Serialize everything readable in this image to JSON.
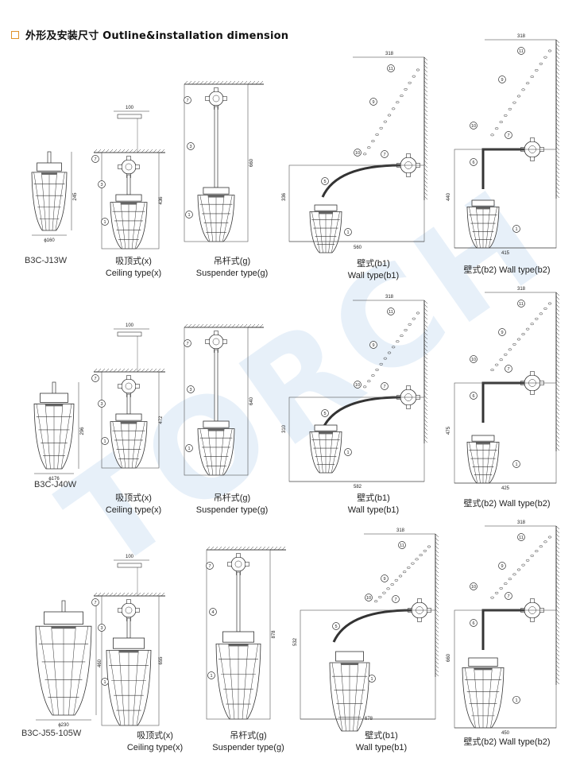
{
  "header": {
    "title": "外形及安装尺寸 Outline&installation dimension"
  },
  "watermark": "TORCH",
  "rows": [
    {
      "model": "B3C-J13W",
      "dims": {
        "model_h": "245",
        "model_w": "ϕ160",
        "ceiling_top": "100",
        "ceiling_h": "436",
        "susp_h": "660",
        "wall1_w": "560",
        "wall1_h": "336",
        "wall1_top": "318",
        "wall2_w": "415",
        "wall2_h": "440",
        "wall2_top": "318"
      },
      "captions": {
        "ceiling_cn": "吸顶式(x)",
        "ceiling_en": "Ceiling type(x)",
        "susp_cn": "吊杆式(g)",
        "susp_en": "Suspender type(g)",
        "wall1_cn": "壁式(b1)",
        "wall1_en": "Wall type(b1)",
        "wall2": "壁式(b2) Wall type(b2)"
      }
    },
    {
      "model": "B3C-J40W",
      "dims": {
        "model_h": "296",
        "model_w": "ϕ176",
        "ceiling_top": "100",
        "ceiling_h": "472",
        "susp_h": "640",
        "wall1_w": "582",
        "wall1_h": "310",
        "wall1_top": "318",
        "wall2_w": "425",
        "wall2_h": "475",
        "wall2_top": "318"
      },
      "captions": {
        "ceiling_cn": "吸顶式(x)",
        "ceiling_en": "Ceiling type(x)",
        "susp_cn": "吊杆式(g)",
        "susp_en": "Suspender type(g)",
        "wall1_cn": "壁式(b1)",
        "wall1_en": "Wall type(b1)",
        "wall2": "壁式(b2) Wall type(b2)"
      }
    },
    {
      "model": "B3C-J55-105W",
      "dims": {
        "model_h": "460",
        "model_w": "ϕ230",
        "ceiling_top": "100",
        "ceiling_h": "655",
        "susp_h": "878",
        "wall1_w": "678",
        "wall1_h": "532",
        "wall1_top": "318",
        "wall2_w": "450",
        "wall2_h": "660",
        "wall2_top": "318"
      },
      "captions": {
        "ceiling_cn": "吸顶式(x)",
        "ceiling_en": "Ceiling type(x)",
        "susp_cn": "吊杆式(g)",
        "susp_en": "Suspender type(g)",
        "wall1_cn": "壁式(b1)",
        "wall1_en": "Wall type(b1)",
        "wall2": "壁式(b2) Wall type(b2)"
      }
    }
  ]
}
